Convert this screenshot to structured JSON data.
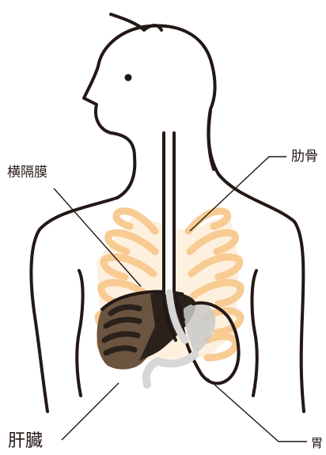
{
  "labels": {
    "diaphragm": "横隔膜",
    "ribs": "肋骨",
    "liver": "肝臓",
    "stomach": "胃"
  },
  "colors": {
    "outline": "#231815",
    "rib": "#F7CB92",
    "rib_fill": "#FBE3C2",
    "liver": "#6B5440",
    "liver_dark": "#2A211B",
    "stomach_gray": "#C9C9C9",
    "esophagus_gray": "#D7D7D7"
  }
}
